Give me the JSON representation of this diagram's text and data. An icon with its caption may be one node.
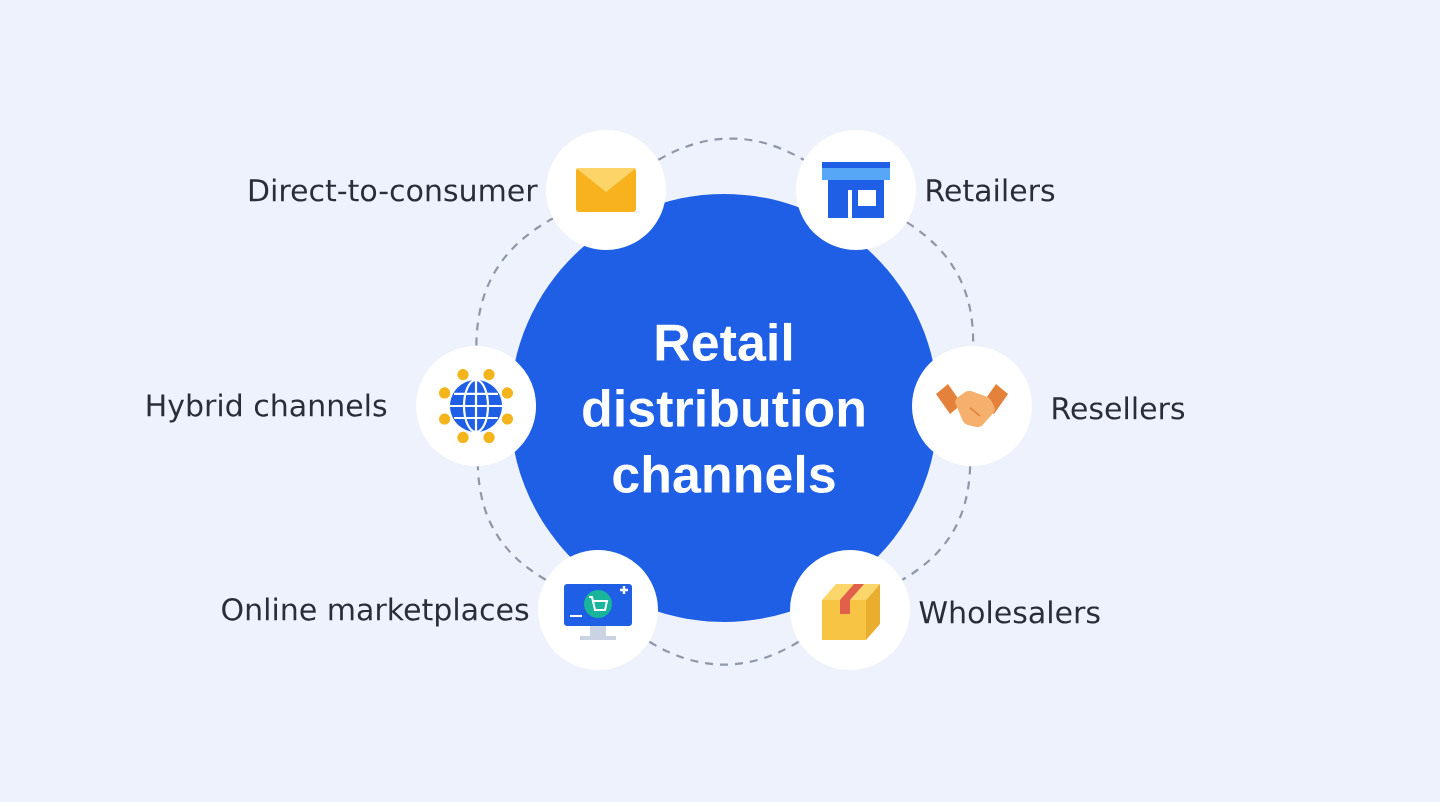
{
  "diagram": {
    "nodes": [
      {
        "text": [
          "Retail distribution channels"
        ]
      },
      {
        "text": [],
        "shape": "circle",
        "beside": [
          "Direct-to-consumer"
        ]
      },
      {
        "text": [],
        "shape": "circle",
        "beside": [
          "Retailers"
        ]
      },
      {
        "text": [],
        "shape": "circle",
        "beside": [
          "Hybrid channels"
        ]
      },
      {
        "text": [],
        "shape": "circle",
        "beside": [
          "Resellers"
        ]
      },
      {
        "text": [],
        "shape": "circle",
        "beside": [
          "Online marketplaces"
        ]
      },
      {
        "text": [],
        "shape": "circle",
        "beside": [
          "Wholesalers"
        ]
      }
    ],
    "edges": [
      {
        "from": 1,
        "to": 2,
        "arrow": "none",
        "style": "dashed"
      },
      {
        "from": 2,
        "to": 4,
        "arrow": "none",
        "style": "dashed"
      },
      {
        "from": 4,
        "to": 6,
        "arrow": "none",
        "style": "dashed"
      },
      {
        "from": 6,
        "to": 5,
        "arrow": "none",
        "style": "dashed"
      },
      {
        "from": 5,
        "to": 3,
        "arrow": "none",
        "style": "dashed"
      },
      {
        "from": 3,
        "to": 1,
        "arrow": "none",
        "style": "dashed"
      }
    ]
  }
}
